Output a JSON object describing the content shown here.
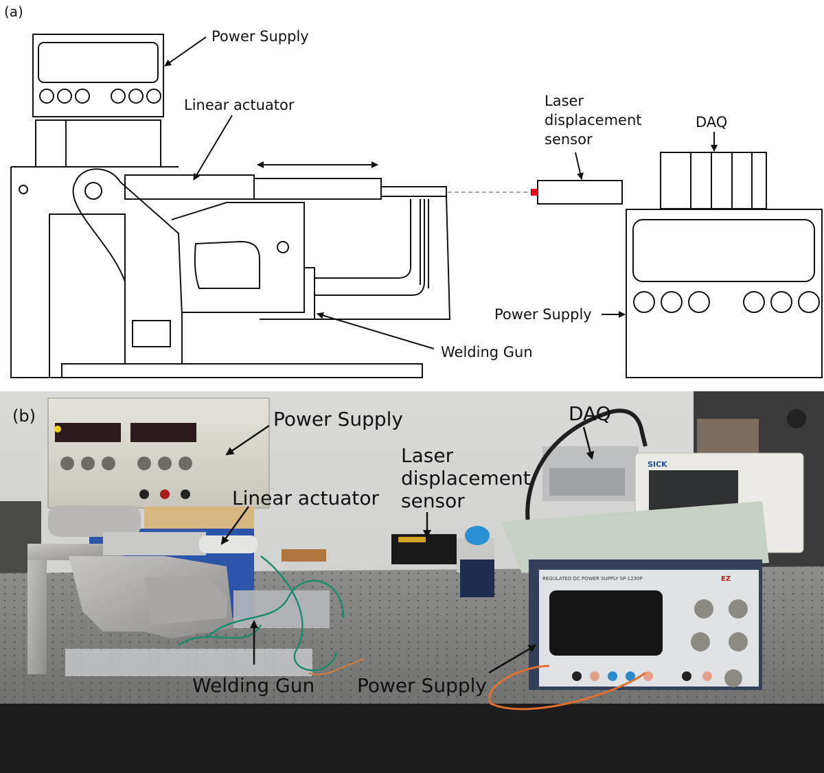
{
  "panel_a": {
    "tag": "(a)",
    "labels": {
      "power_supply_top": "Power Supply",
      "linear_actuator": "Linear actuator",
      "laser_line1": "Laser",
      "laser_line2": "displacement",
      "laser_line3": "sensor",
      "daq": "DAQ",
      "power_supply_right": "Power Supply",
      "welding_gun": "Welding Gun"
    }
  },
  "panel_b": {
    "tag": "(b)",
    "labels": {
      "power_supply_left": "Power Supply",
      "daq": "DAQ",
      "laser_line1": "Laser",
      "laser_line2": "displacement",
      "laser_line3": "sensor",
      "linear_actuator": "Linear actuator",
      "welding_gun": "Welding Gun",
      "power_supply_right": "Power Supply"
    },
    "device_text": {
      "sick_logo": "SICK",
      "right_ps_panel": "REGULATED DC POWER SUPPLY  SP-1230P",
      "ez_logo": "EZ"
    }
  }
}
